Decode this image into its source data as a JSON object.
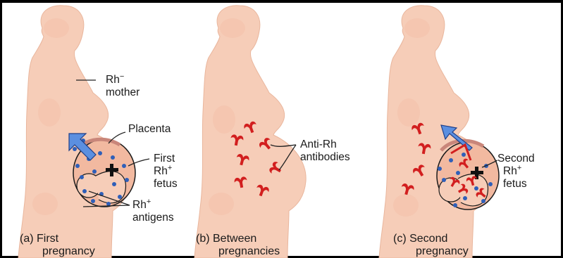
{
  "panels": {
    "a": {
      "caption_line1": "(a)  First",
      "caption_line2": "pregnancy",
      "mother_label_line1": "Rh",
      "mother_label_line1_sup": "−",
      "mother_label_line2": "mother",
      "placenta_label": "Placenta",
      "fetus_label_line1": "First",
      "fetus_label_line2": "Rh",
      "fetus_label_line2_sup": "+",
      "fetus_label_line3": "fetus",
      "antigens_label_line1": "Rh",
      "antigens_label_line1_sup": "+",
      "antigens_label_line2": "antigens"
    },
    "b": {
      "caption_line1": "(b)  Between",
      "caption_line2": "pregnancies",
      "antibodies_label_line1": "Anti-Rh",
      "antibodies_label_line2": "antibodies"
    },
    "c": {
      "caption_line1": "(c)  Second",
      "caption_line2": "pregnancy",
      "fetus_label_line1": "Second",
      "fetus_label_line2": "Rh",
      "fetus_label_line2_sup": "+",
      "fetus_label_line3": "fetus"
    }
  },
  "colors": {
    "skin": "#f6cdb8",
    "antigen_blue": "#2f5fb8",
    "antibody_red": "#d21f1f",
    "arrow_blue": "#5b8fe0"
  }
}
